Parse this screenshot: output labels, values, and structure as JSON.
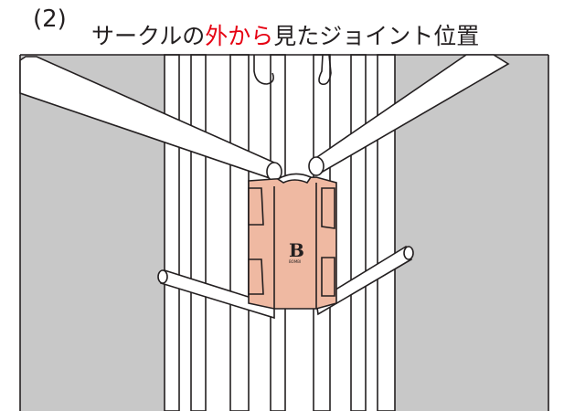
{
  "heading": {
    "step_number": "(2)",
    "caption_pre": "サークルの",
    "caption_highlight": "外から",
    "caption_post": "見たジョイント位置"
  },
  "figure": {
    "joint_logo_text": "B",
    "joint_logo_subtext": "BOMBI"
  },
  "colors": {
    "text": "#231f20",
    "highlight": "#e60012",
    "panel_gray": "#c8c8c8",
    "joint_fill": "#efb9a2",
    "outline": "#231f20"
  }
}
